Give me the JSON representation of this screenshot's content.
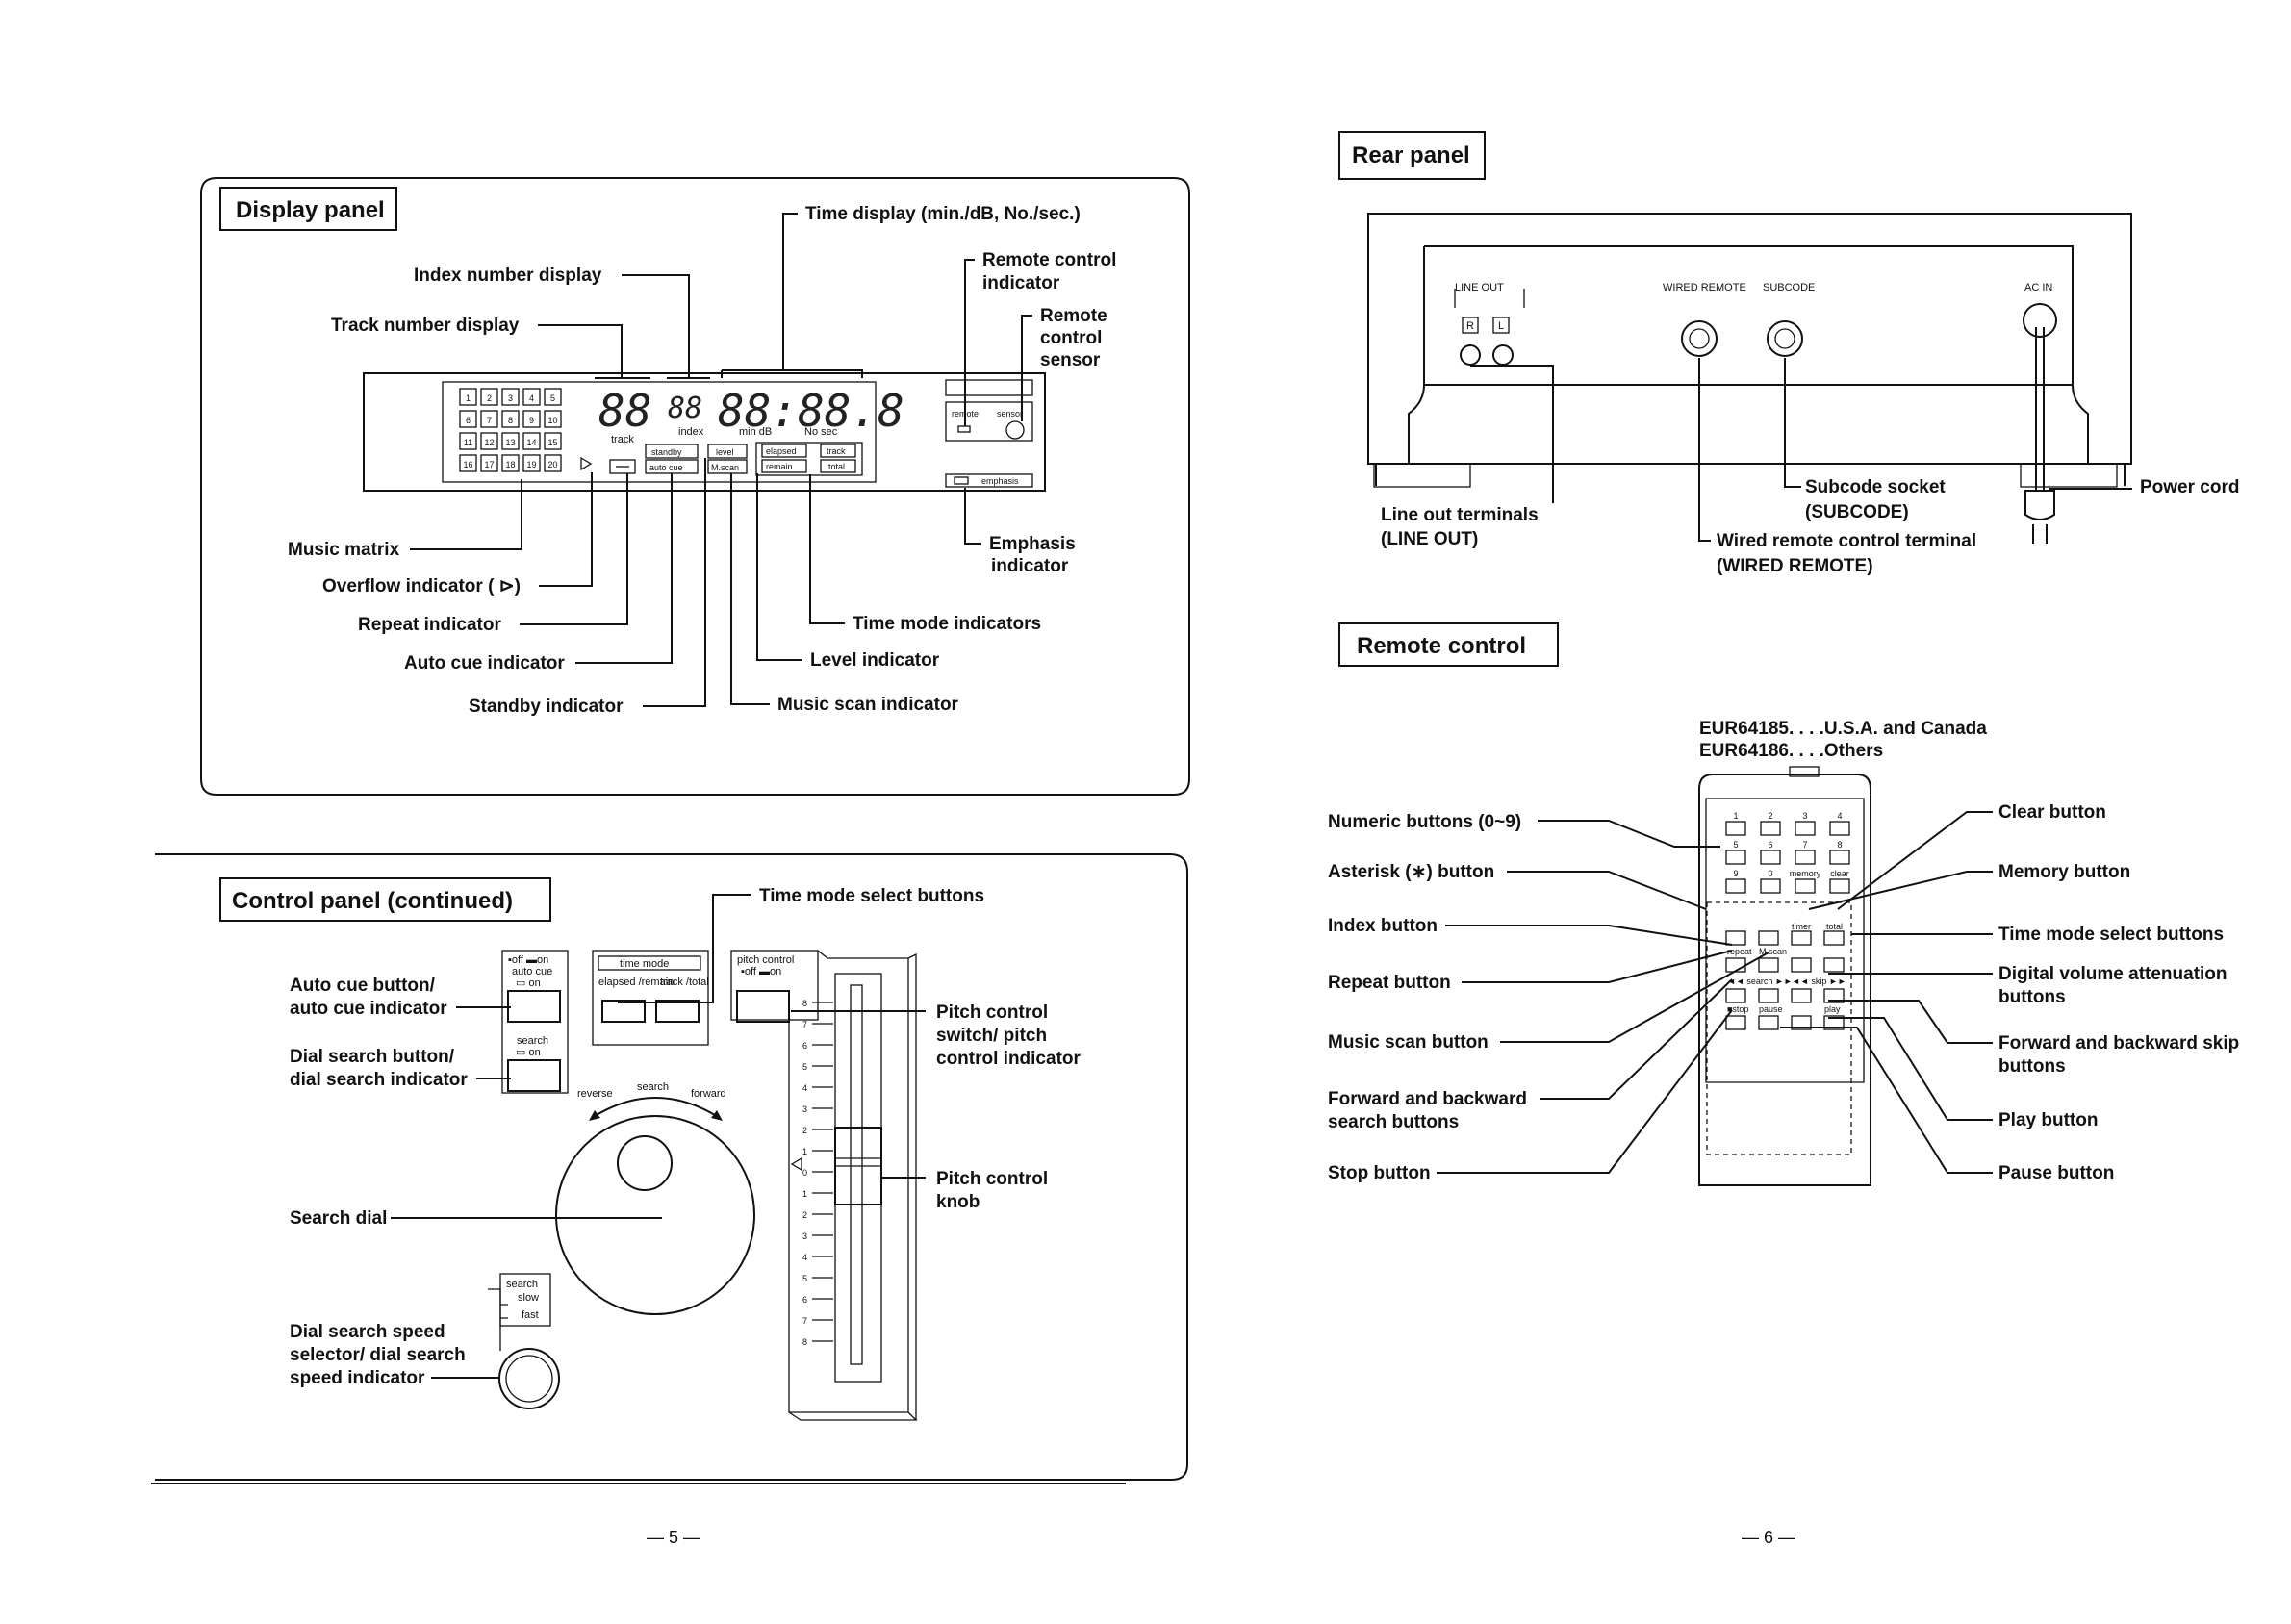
{
  "display_panel": {
    "title": "Display panel",
    "callouts": {
      "time_display": "Time display (min./dB, No./sec.)",
      "index_number": "Index number display",
      "track_number": "Track number display",
      "remote_indicator_1": "Remote control",
      "remote_indicator_2": "indicator",
      "remote_sensor_1": "Remote",
      "remote_sensor_2": "control",
      "remote_sensor_3": "sensor",
      "music_matrix": "Music matrix",
      "overflow": "Overflow indicator ( ⊳)",
      "repeat": "Repeat indicator",
      "auto_cue": "Auto cue indicator",
      "standby": "Standby indicator",
      "emphasis_1": "Emphasis",
      "emphasis_2": "indicator",
      "time_mode": "Time mode indicators",
      "level": "Level indicator",
      "music_scan": "Music scan indicator"
    },
    "lcd": {
      "matrix": [
        "1",
        "2",
        "3",
        "4",
        "5",
        "6",
        "7",
        "8",
        "9",
        "10",
        "11",
        "12",
        "13",
        "14",
        "15",
        "16",
        "17",
        "18",
        "19",
        "20"
      ],
      "track_digits": "88",
      "index_digits": "88",
      "time_digits": "88:88.8",
      "track": "track",
      "index": "index",
      "min_db": "min dB",
      "no_sec": "No sec",
      "standby": "standby",
      "auto_cue": "auto cue",
      "level": "level",
      "m_scan": "M.scan",
      "elapsed": "elapsed",
      "remain": "remain",
      "track_mode": "track",
      "total": "total",
      "remote": "remote",
      "sensor": "sensor",
      "emphasis": "emphasis"
    }
  },
  "control_panel": {
    "title": "Control panel (continued)",
    "callouts": {
      "time_mode_select": "Time mode select buttons",
      "auto_cue_1": "Auto cue button/",
      "auto_cue_2": "auto cue indicator",
      "dial_search_1": "Dial search button/",
      "dial_search_2": "dial search indicator",
      "pitch_switch_1": "Pitch control",
      "pitch_switch_2": "switch/ pitch",
      "pitch_switch_3": "control indicator",
      "pitch_knob_1": "Pitch control",
      "pitch_knob_2": "knob",
      "search_dial": "Search dial",
      "speed_1": "Dial search speed",
      "speed_2": "selector/ dial search",
      "speed_3": "speed indicator"
    },
    "panel": {
      "off_on": "▪off ▬on",
      "auto_cue": "auto cue",
      "on": "▭ on",
      "search": "search",
      "time_mode": "time mode",
      "elapsed_remain": "elapsed /remain",
      "track_total": "track /total",
      "pitch_control": "pitch control",
      "pitch_off_on": "▪off ▬on",
      "reverse": "reverse",
      "search_dial": "search",
      "forward": "forward",
      "speed_search": "search",
      "slow": "slow",
      "fast": "fast",
      "scale": [
        "8",
        "7",
        "6",
        "5",
        "4",
        "3",
        "2",
        "1",
        "0",
        "1",
        "2",
        "3",
        "4",
        "5",
        "6",
        "7",
        "8"
      ]
    }
  },
  "rear_panel": {
    "title": "Rear panel",
    "panel": {
      "line_out": "LINE OUT",
      "r": "R",
      "l": "L",
      "wired_remote": "WIRED REMOTE",
      "subcode": "SUBCODE",
      "ac_in": "AC IN"
    },
    "callouts": {
      "line_out_1": "Line out terminals",
      "line_out_2": "(LINE OUT)",
      "subcode_1": "Subcode socket",
      "subcode_2": "(SUBCODE)",
      "wired_1": "Wired remote control terminal",
      "wired_2": "(WIRED REMOTE)",
      "power": "Power cord"
    }
  },
  "remote_control": {
    "title": "Remote control",
    "models_1": "EUR64185. . . .U.S.A. and Canada",
    "models_2": "EUR64186. . . .Others",
    "callouts_left": {
      "numeric": "Numeric buttons (0~9)",
      "asterisk": "Asterisk (∗) button",
      "index": "Index button",
      "repeat": "Repeat button",
      "music_scan": "Music scan button",
      "fwd_back_1": "Forward and backward",
      "fwd_back_2": "search buttons",
      "stop": "Stop button"
    },
    "callouts_right": {
      "clear": "Clear button",
      "memory": "Memory button",
      "time_mode": "Time mode select buttons",
      "volume_1": "Digital volume attenuation",
      "volume_2": "buttons",
      "skip_1": "Forward and backward skip",
      "skip_2": "buttons",
      "play": "Play button",
      "pause": "Pause button"
    },
    "keys": {
      "row1": [
        "1",
        "2",
        "3",
        "4"
      ],
      "row2": [
        "5",
        "6",
        "7",
        "8"
      ],
      "row3": [
        "9",
        "0",
        "memory",
        "clear"
      ],
      "repeat": "repeat",
      "m_scan": "M.scan",
      "timer": "timer",
      "total": "total",
      "search": "◄◄ search ►►",
      "skip": "◄◄ skip ►►",
      "stop": "■stop",
      "pause": "pause",
      "play": "play"
    }
  },
  "page_numbers": {
    "left": "— 5 —",
    "right": "— 6 —"
  }
}
